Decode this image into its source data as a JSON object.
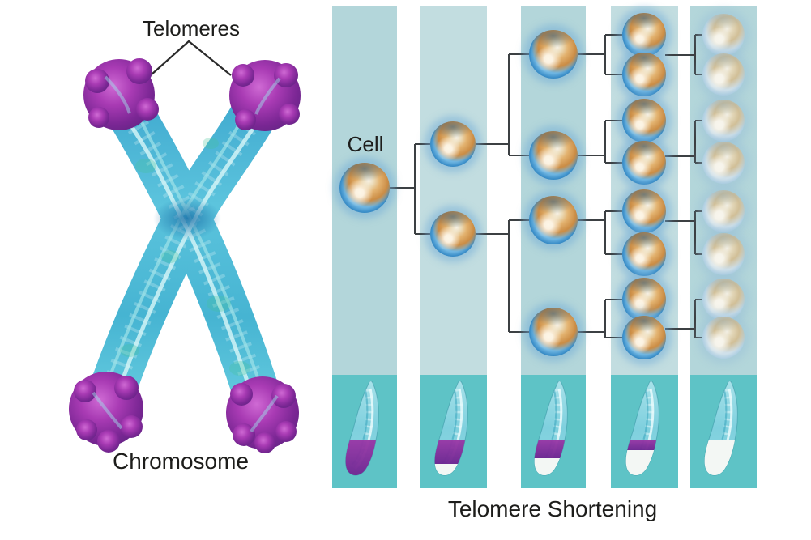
{
  "labels": {
    "telomeres": "Telomeres",
    "chromosome": "Chromosome",
    "cell": "Cell",
    "caption": "Telomere Shortening"
  },
  "colors": {
    "background": "#ffffff",
    "band_light_odd": "#b3d6da",
    "band_light_even": "#c2dde0",
    "panel_dark": "#5ec3c6",
    "connector_line": "#3c4043",
    "text": "#1d1d1b",
    "cell_membrane_blue": "#2e82be",
    "cell_nucleus_orange": "#cf8338",
    "cell_highlight_cream": "#fdf4e3",
    "faded_cell_membrane": "#a6c8dd",
    "faded_cell_nucleus": "#c9b48c",
    "chromosome_body_teal": "#4fbcd8",
    "telomere_purple": "#8c2f9b"
  },
  "cell_tree": {
    "generations": [
      {
        "generation": 1,
        "cell_count": 1,
        "state": "healthy"
      },
      {
        "generation": 2,
        "cell_count": 2,
        "state": "healthy"
      },
      {
        "generation": 3,
        "cell_count": 4,
        "state": "healthy"
      },
      {
        "generation": 4,
        "cell_count": 8,
        "state": "healthy"
      },
      {
        "generation": 5,
        "cell_count": 8,
        "state": "senescent-faded"
      }
    ]
  },
  "telomere_stages": [
    {
      "stage": 1,
      "telomere_fraction": 0.4,
      "description": "long telomere"
    },
    {
      "stage": 2,
      "telomere_fraction": 0.26,
      "description": "shortened telomere"
    },
    {
      "stage": 3,
      "telomere_fraction": 0.2,
      "description": "shorter telomere"
    },
    {
      "stage": 4,
      "telomere_fraction": 0.11,
      "description": "very short telomere"
    },
    {
      "stage": 5,
      "telomere_fraction": 0.0,
      "description": "telomere depleted"
    }
  ]
}
